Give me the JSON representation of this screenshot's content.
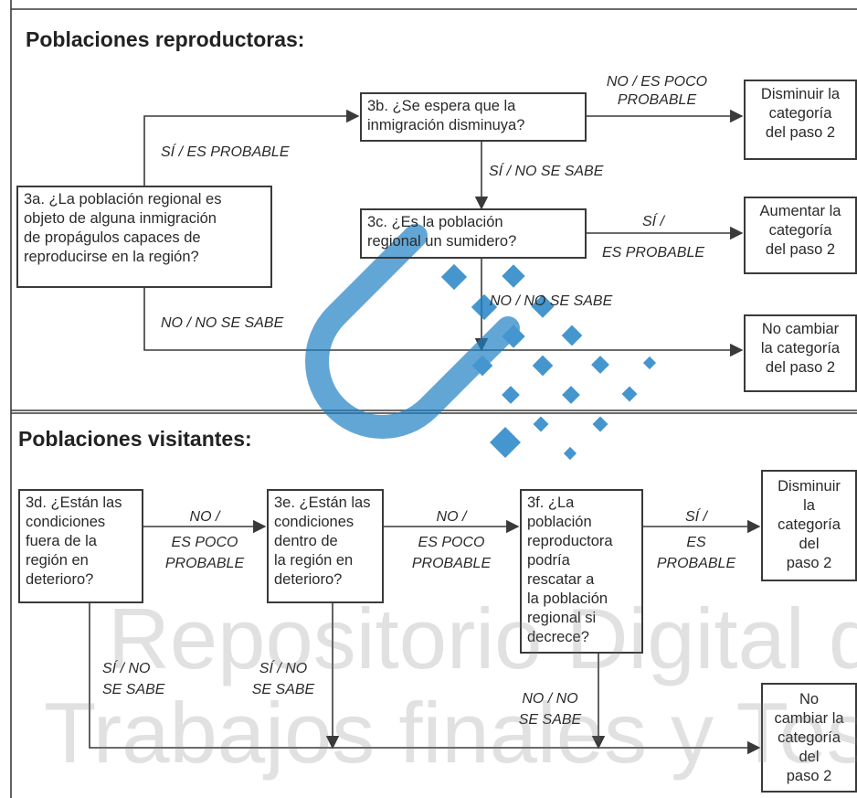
{
  "section_reproductoras": {
    "title": "Poblaciones reproductoras:",
    "box_3a": [
      "3a. ¿La población regional es",
      "objeto de alguna inmigración",
      "de propágulos capaces de",
      "reproducirse en la región?"
    ],
    "box_3b": [
      "3b. ¿Se espera que la",
      "inmigración disminuya?"
    ],
    "box_3c": [
      "3c. ¿Es la población",
      "regional un sumidero?"
    ],
    "out_disminuir": [
      "Disminuir la",
      "categoría",
      "del paso 2"
    ],
    "out_aumentar": [
      "Aumentar la",
      "categoría",
      "del paso 2"
    ],
    "out_no_cambiar": [
      "No cambiar",
      "la categoría",
      "del paso 2"
    ],
    "label_si_probable": "SÍ / ES PROBABLE",
    "label_no_poco": [
      "NO / ES POCO",
      "PROBABLE"
    ],
    "label_si_no_sabe": "SÍ / NO SE SABE",
    "label_si_es": [
      "SÍ /",
      "ES PROBABLE"
    ],
    "label_no_no_sabe_3c": "NO / NO SE SABE",
    "label_no_no_sabe_3a": "NO / NO SE SABE"
  },
  "section_visitantes": {
    "title": "Poblaciones visitantes:",
    "box_3d": [
      "3d. ¿Están las",
      "condiciones",
      "fuera de la",
      "región en",
      "deterioro?"
    ],
    "box_3e": [
      "3e. ¿Están las",
      "condiciones",
      "dentro de",
      "la región en",
      "deterioro?"
    ],
    "box_3f": [
      "3f. ¿La",
      "población",
      "reproductora",
      "podría",
      "rescatar a",
      "la población",
      "regional si",
      "decrece?"
    ],
    "out_disminuir": [
      "Disminuir",
      "la",
      "categoría",
      "del",
      "paso 2"
    ],
    "out_no_cambiar": [
      "No",
      "cambiar la",
      "categoría",
      "del",
      "paso 2"
    ],
    "label_3d_no": [
      "NO /",
      "ES POCO",
      "PROBABLE"
    ],
    "label_3e_no": [
      "NO /",
      "ES POCO",
      "PROBABLE"
    ],
    "label_3f_si": [
      "SÍ /",
      "ES",
      "PROBABLE"
    ],
    "label_3d_si": [
      "SÍ / NO",
      "SE SABE"
    ],
    "label_3e_si": [
      "SÍ / NO",
      "SE SABE"
    ],
    "label_3f_no": [
      "NO / NO",
      "SE SABE"
    ]
  },
  "watermark": {
    "line1": "Repositorio Digital de",
    "line2": "Trabajos finales y Tesis"
  },
  "colors": {
    "line": "#3a3a3a",
    "emblem": "#1d7fc4"
  }
}
